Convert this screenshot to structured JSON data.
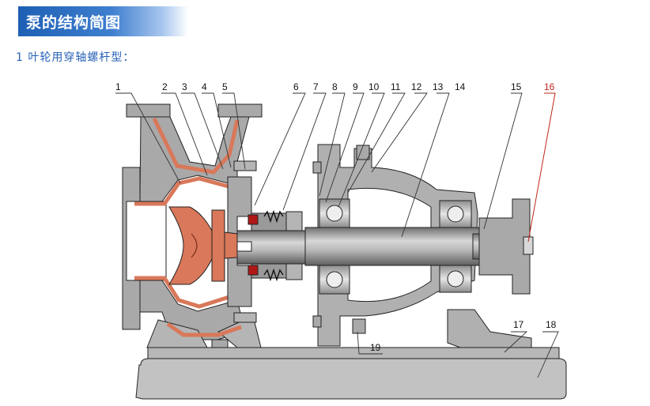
{
  "header": {
    "title": "泵的结构简图"
  },
  "section": {
    "subtitle": "1  叶轮用穿轴螺杆型："
  },
  "diagram": {
    "labels": [
      {
        "text": "1"
      },
      {
        "text": "2"
      },
      {
        "text": "3"
      },
      {
        "text": "4"
      },
      {
        "text": "5"
      },
      {
        "text": "6"
      },
      {
        "text": "7"
      },
      {
        "text": "8"
      },
      {
        "text": "9"
      },
      {
        "text": "10"
      },
      {
        "text": "11"
      },
      {
        "text": "12"
      },
      {
        "text": "13"
      },
      {
        "text": "14"
      },
      {
        "text": "15"
      },
      {
        "text": "16"
      },
      {
        "text": "17"
      },
      {
        "text": "18"
      },
      {
        "text": "19"
      }
    ],
    "colors": {
      "casing": "#a9a9a9",
      "lining": "#d9785a",
      "shaft": "#9a9a9a",
      "seal_red": "#b01818",
      "highlight_label": "#c0261b"
    }
  }
}
